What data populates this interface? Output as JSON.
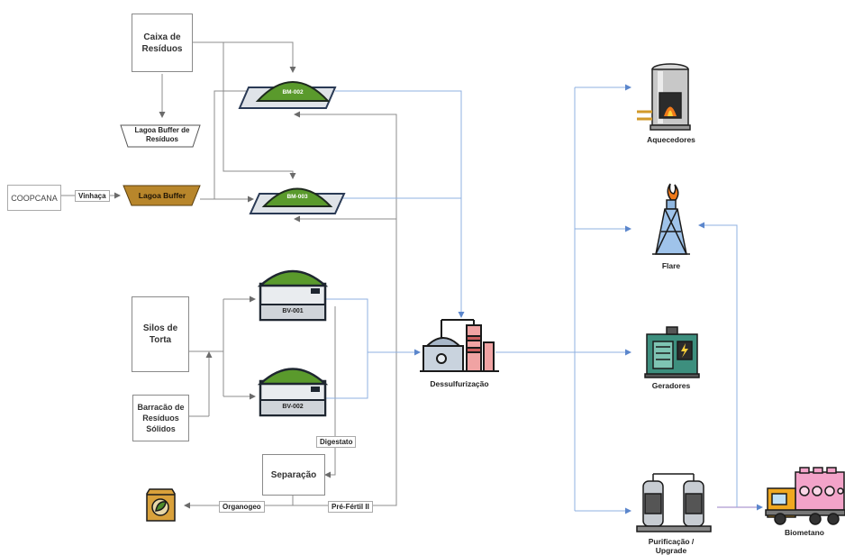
{
  "sources": {
    "caixa_residuos": "Caixa de\nResíduos",
    "lagoa_buffer_residuos": "Lagoa Buffer de\nResíduos",
    "coopcana": "COOPCANA",
    "lagoa_buffer": "Lagoa Buffer",
    "silos_torta": "Silos de\nTorta",
    "barracao": "Barracão de\nResíduos\nSólidos",
    "separacao": "Separação"
  },
  "flow_labels": {
    "vinhaca": "Vinhaça",
    "digestato": "Digestato",
    "organogeo": "Organogeo",
    "pre_fertil": "Pré-Fértil II"
  },
  "reactors": {
    "bm002": "BM-002",
    "bm003": "BM-003",
    "bv001": "BV-001",
    "bv002": "BV-002"
  },
  "plant": {
    "dessulfurizacao": "Dessulfurização"
  },
  "destinations": {
    "aquecedores": "Aquecedores",
    "flare": "Flare",
    "geradores": "Geradores",
    "purificacao": "Purificação /\nUpgrade",
    "biometano": "Biometano"
  },
  "colors": {
    "line_gray": "#8c8c8c",
    "line_blue": "#6f95d2",
    "digester_green": "#5a9a2c",
    "lagoon_brown": "#b8862b",
    "generator_teal": "#3a8a7a",
    "truck_yellow": "#f0a820",
    "truck_pink": "#f3a3c9"
  }
}
